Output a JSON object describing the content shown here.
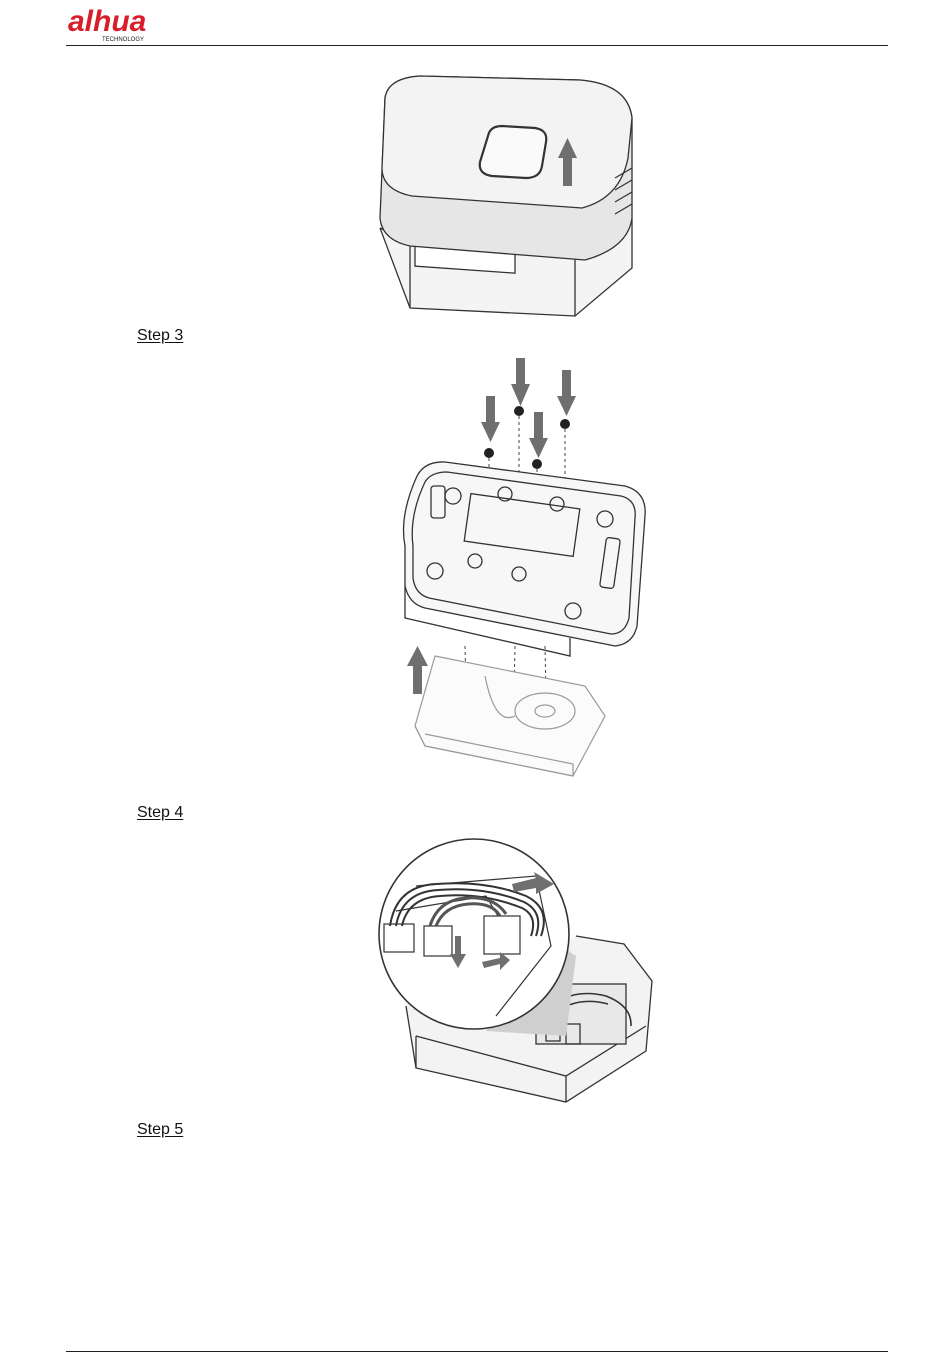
{
  "header": {
    "logo_text": "alhua",
    "logo_subtext": "TECHNOLOGY",
    "brand_color": "#d81e2a"
  },
  "steps": [
    {
      "label": "Step 3"
    },
    {
      "label": "Step 4"
    },
    {
      "label": "Step 5"
    }
  ],
  "figures": [
    {
      "name": "cover-removal",
      "icon": "device-cover-lift"
    },
    {
      "name": "hdd-mounting",
      "icon": "hdd-screw-mount"
    },
    {
      "name": "cable-connection",
      "icon": "sata-cable-connect"
    }
  ]
}
